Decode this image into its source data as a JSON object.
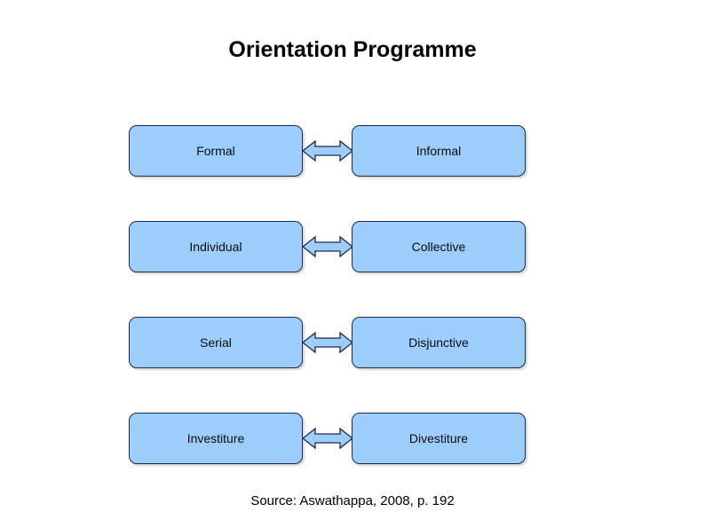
{
  "slide": {
    "title": "Orientation Programme",
    "source_note": "Source: Aswathappa, 2008, p. 192",
    "background_color": "#FFFFFF",
    "title_color": "#000000"
  },
  "style": {
    "node_fill": "#9DCDFB",
    "node_border": "#1F2A4A",
    "node_text_color": "#0B0B14",
    "arrow_fill": "#9DCDFB",
    "arrow_outline": "#1F2A4A"
  },
  "diagram": {
    "type": "paired-opposites",
    "connector_icon": "double-headed-arrow-icon",
    "rows": [
      {
        "left": "Formal",
        "right": "Informal"
      },
      {
        "left": "Individual",
        "right": "Collective"
      },
      {
        "left": "Serial",
        "right": "Disjunctive"
      },
      {
        "left": "Investiture",
        "right": "Divestiture"
      }
    ]
  }
}
